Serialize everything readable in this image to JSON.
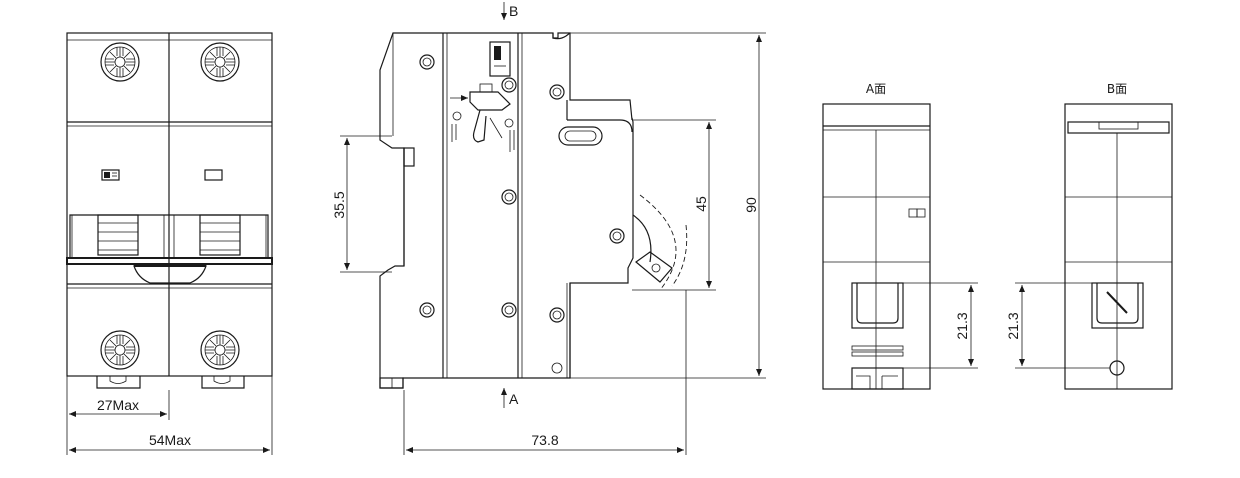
{
  "front_view": {
    "dim_half_width": "27Max",
    "dim_width": "54Max"
  },
  "side_view": {
    "label_b": "B",
    "label_a": "A",
    "dim_clip_height": "35.5",
    "dim_front_height": "45",
    "dim_total_height": "90",
    "dim_depth": "73.8"
  },
  "a_view": {
    "title": "A面",
    "dim_offset": "21.3"
  },
  "b_view": {
    "title": "B面",
    "dim_offset": "21.3"
  }
}
